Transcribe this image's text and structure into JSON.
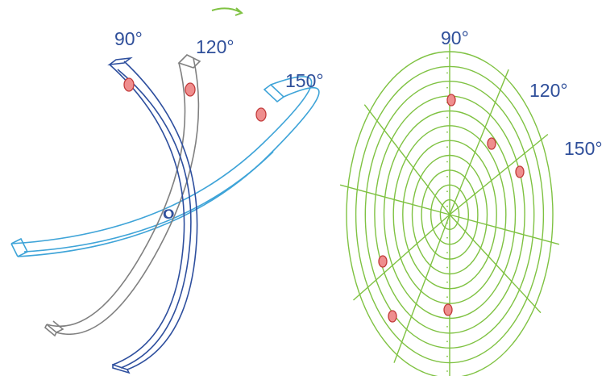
{
  "colors": {
    "label": "#2f4f9a",
    "beam_90": "#2e4f9e",
    "beam_120": "#808080",
    "beam_150": "#3fa4d8",
    "polar_grid": "#7fc242",
    "marker_fill": "#ef8e8e",
    "marker_stroke": "#c23b3b",
    "arrow": "#7fc242"
  },
  "beams": [
    {
      "label": "90°",
      "color_key": "beam_90"
    },
    {
      "label": "120°",
      "color_key": "beam_120"
    },
    {
      "label": "150°",
      "color_key": "beam_150"
    }
  ],
  "origin_label": "O",
  "polar": {
    "labels": [
      "90°",
      "120°",
      "150°"
    ],
    "ring_count": 11,
    "spoke_count": 10
  },
  "icons": {
    "top_arrow": "curved-arrow-icon"
  }
}
